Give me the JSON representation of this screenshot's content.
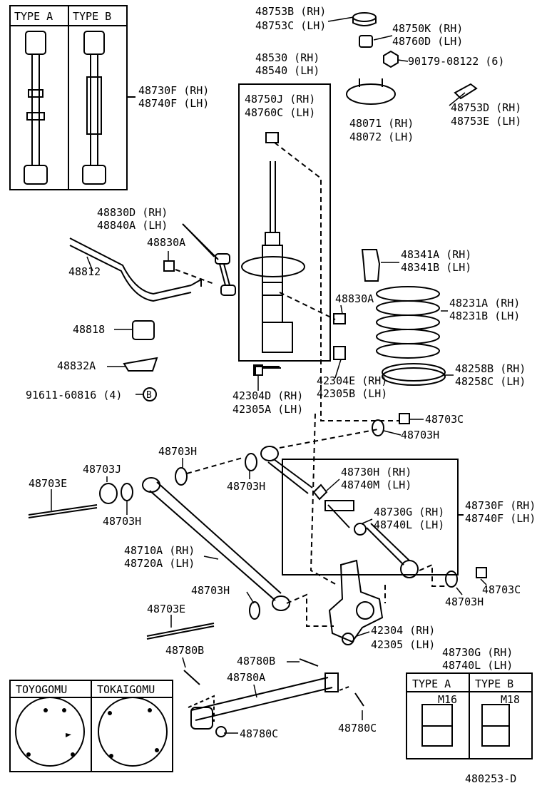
{
  "labels": {
    "p48753B": "48753B (RH)",
    "p48753C": "48753C (LH)",
    "p48750K": "48750K (RH)",
    "p48760D": "48760D (LH)",
    "p90179": "90179-08122 (6)",
    "p48530": "48530 (RH)",
    "p48540": "48540 (LH)",
    "p48750J": "48750J (RH)",
    "p48760C": "48760C (LH)",
    "p48071": "48071 (RH)",
    "p48072": "48072 (LH)",
    "p48753D": "48753D (RH)",
    "p48753E": "48753E (LH)",
    "p48730F_top": "48730F (RH)",
    "p48740F_top": "48740F (LH)",
    "p48830D": "48830D (RH)",
    "p48840A": "48840A (LH)",
    "p48830A_1": "48830A",
    "p48812": "48812",
    "p48341A": "48341A (RH)",
    "p48341B": "48341B (LH)",
    "p48830A_2": "48830A",
    "p48231A": "48231A (RH)",
    "p48231B": "48231B (LH)",
    "p48818": "48818",
    "p48832A": "48832A",
    "p91611": "91611-60816 (4)",
    "circleB": "B",
    "p48258B": "48258B (RH)",
    "p48258C": "48258C (LH)",
    "p42304E": "42304E (RH)",
    "p42305B": "42305B (LH)",
    "p42304D": "42304D (RH)",
    "p42305A": "42305A (LH)",
    "p48703C_1": "48703C",
    "p48703H_1": "48703H",
    "p48703H_2": "48703H",
    "p48703J": "48703J",
    "p48703E_1": "48703E",
    "p48703H_3": "48703H",
    "p48730H": "48730H (RH)",
    "p48740M": "48740M (LH)",
    "p48703H_4": "48703H",
    "p48730F_mid": "48730F (RH)",
    "p48740F_mid": "48740F (LH)",
    "p48730G_mid": "48730G (RH)",
    "p48740L_mid": "48740L (LH)",
    "p48710A": "48710A (RH)",
    "p48720A": "48720A (LH)",
    "p48703H_5": "48703H",
    "p48703C_2": "48703C",
    "p48703H_6": "48703H",
    "p48703E_2": "48703E",
    "p42304": "42304 (RH)",
    "p42305": "42305 (LH)",
    "p48780B_1": "48780B",
    "p48780B_2": "48780B",
    "p48780A": "48780A",
    "p48730G_box": "48730G (RH)",
    "p48740L_box": "48740L (LH)",
    "p48780C_1": "48780C",
    "p48780C_2": "48780C",
    "diagram_id": "480253-D"
  },
  "boxes": {
    "typeA": "TYPE A",
    "typeB": "TYPE B",
    "typeA2": "TYPE A",
    "typeB2": "TYPE B",
    "m16": "M16",
    "m18": "M18",
    "toyogomu": "TOYOGOMU",
    "tokaigomu": "TOKAIGOMU"
  }
}
